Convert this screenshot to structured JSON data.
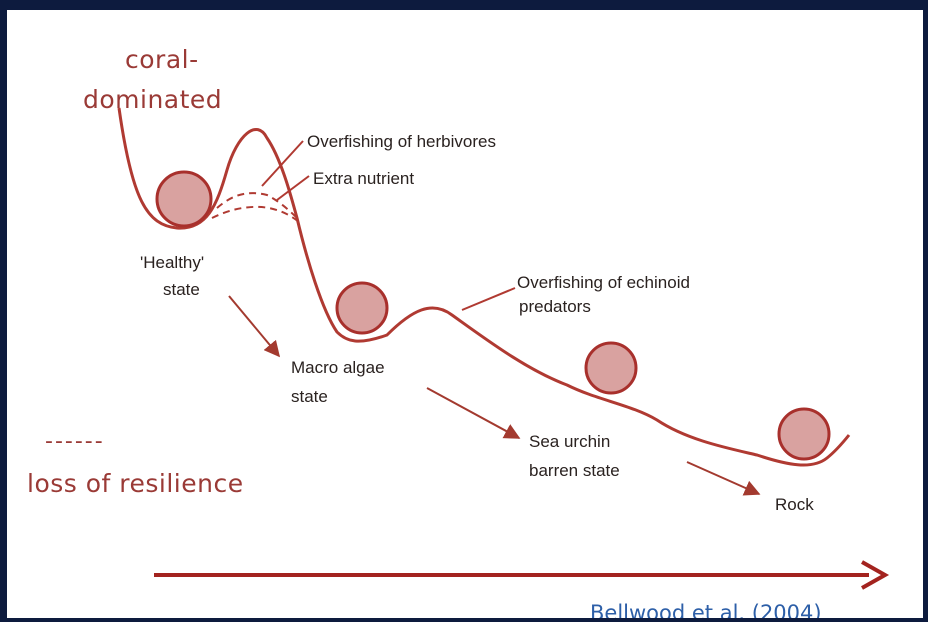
{
  "states": {
    "coral": [
      "coral-",
      "dominated"
    ],
    "healthy": [
      "'Healthy'",
      "state"
    ],
    "macro_algae": [
      "Macro algae",
      "state"
    ],
    "sea_urchin": [
      "Sea urchin",
      "barren state"
    ],
    "rock": "Rock"
  },
  "drivers": {
    "herbivores": "Overfishing of herbivores",
    "nutrient": "Extra nutrient",
    "echinoid": [
      "Overfishing of echinoid",
      "predators"
    ]
  },
  "legend": {
    "dash_symbol": "------",
    "resilience": "loss of resilience"
  },
  "citation": "Bellwood et al. (2004)",
  "colors": {
    "curve": "#b03a32",
    "ball_fill": "#d9a2a0",
    "ball_stroke": "#a8302c",
    "arrow": "#a33a2f",
    "bottom_arrow": "#a3231f",
    "citation": "#2d5fa8",
    "frame": "#0d1b3e"
  }
}
